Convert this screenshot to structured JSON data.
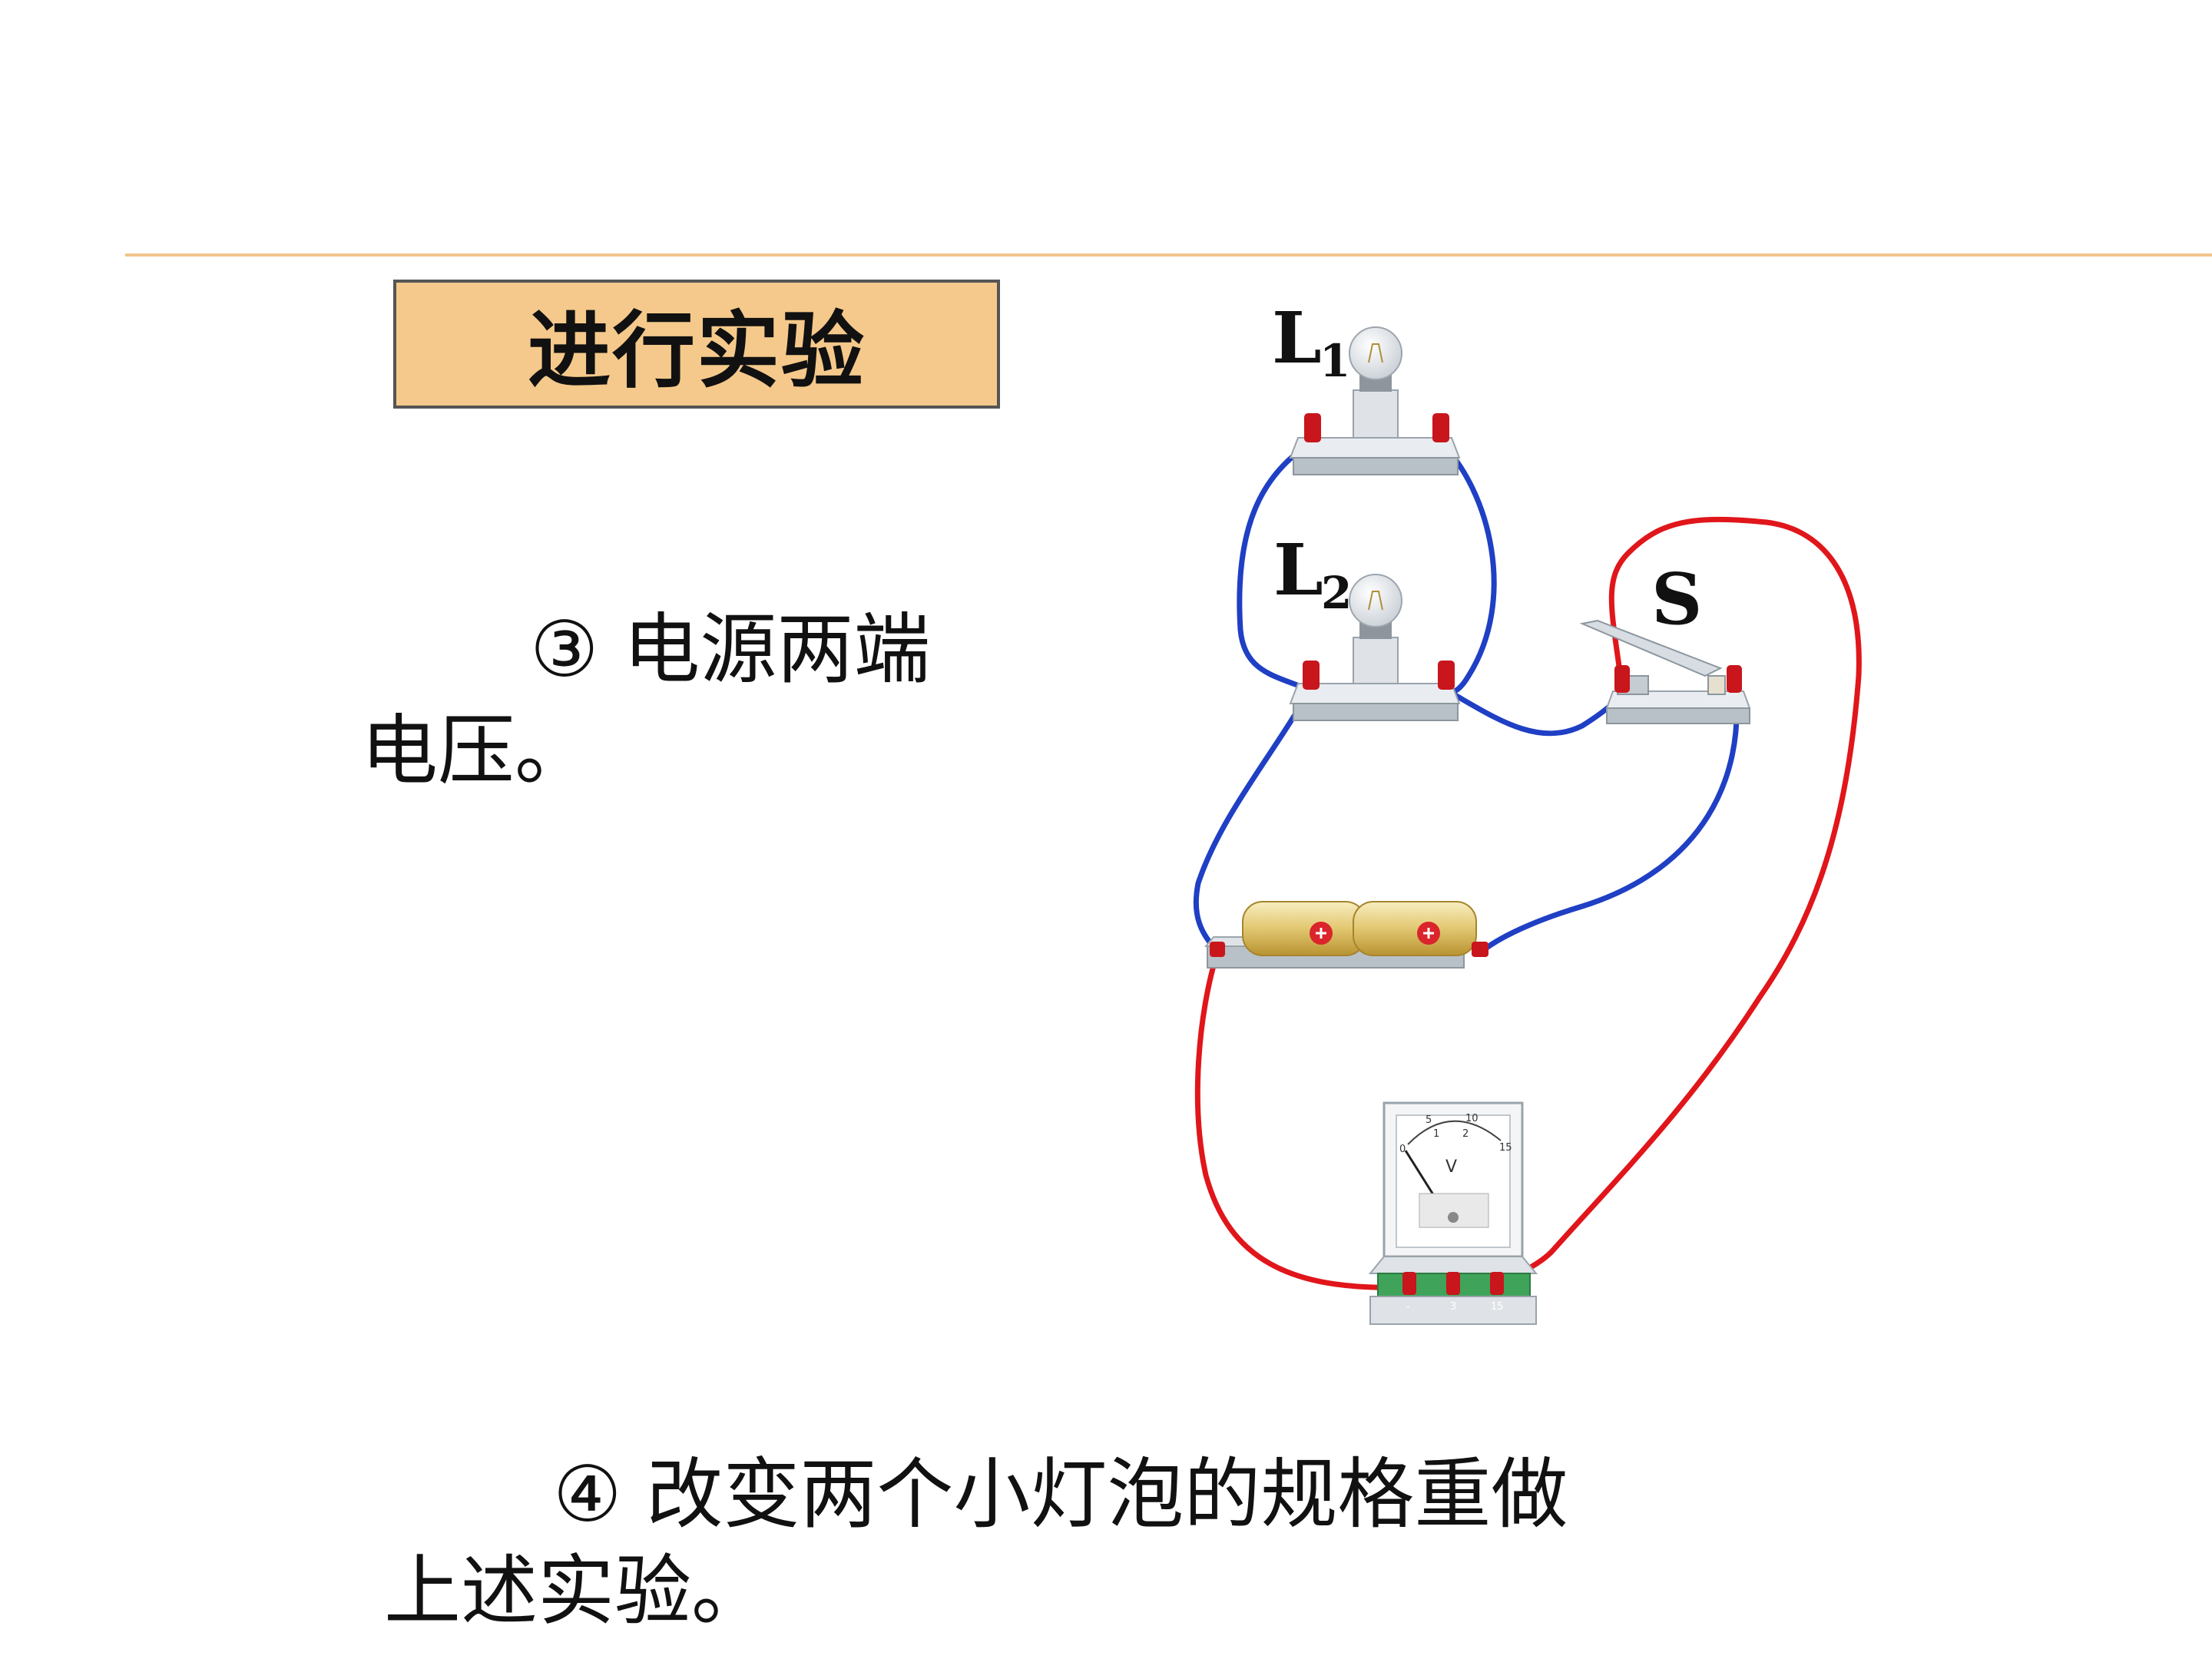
{
  "title": "进行实验",
  "steps": {
    "step3_line1": "③ 电源两端",
    "step3_line2": "电压。",
    "step4_line1": "④  改变两个小灯泡的规格重做",
    "step4_line2": "上述实验。"
  },
  "circuit_labels": {
    "l1_letter": "L",
    "l1_sub": "1",
    "l2_letter": "L",
    "l2_sub": "2",
    "switch_label": "S"
  },
  "voltmeter": {
    "unit": "V",
    "scale_ticks": [
      "0",
      "5",
      "10",
      "15"
    ],
    "inner_ticks": [
      "1",
      "2"
    ],
    "terminal_labels": [
      "-",
      "3",
      "15"
    ]
  },
  "colors": {
    "divider": "#f3c48a",
    "title_fill": "#f5c98b",
    "wire_blue": "#1f3fc4",
    "wire_red": "#e0161b"
  }
}
